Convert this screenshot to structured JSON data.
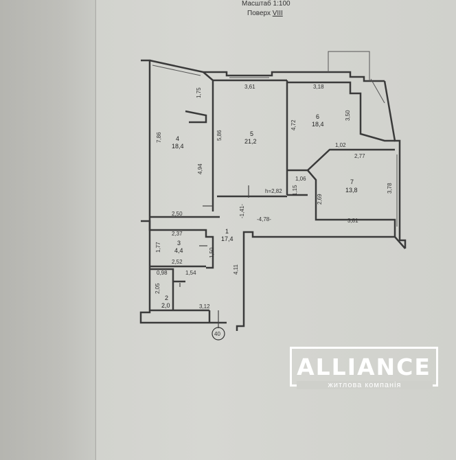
{
  "header": {
    "scale": "Масштаб 1:100",
    "floor_label": "Поверх ",
    "floor_number": "VIII"
  },
  "rooms": [
    {
      "id": "1",
      "area": "17,4"
    },
    {
      "id": "2",
      "area": "2,0"
    },
    {
      "id": "3",
      "area": "4,4"
    },
    {
      "id": "4",
      "area": "18,4"
    },
    {
      "id": "5",
      "area": "21,2"
    },
    {
      "id": "6",
      "area": "18,4"
    },
    {
      "id": "7",
      "area": "13,8"
    }
  ],
  "dimensions": {
    "d_361": "3,61",
    "d_318": "3,18",
    "d_175": "1,75",
    "d_786": "7,86",
    "d_586": "5,86",
    "d_494": "4,94",
    "d_472": "4,72",
    "d_350": "3,50",
    "d_102": "1,02",
    "d_277": "2,77",
    "d_106": "1,06",
    "d_115": "1,15",
    "d_269": "2,69",
    "d_378": "3,78",
    "d_h282": "h=2,82",
    "d_141": "-1,41-",
    "d_478": "-4,78-",
    "d_381": "3,81",
    "d_250": "2,50",
    "d_237": "2,37",
    "d_177": "1,77",
    "d_150": "1,50",
    "d_252": "2,52",
    "d_411": "4,11",
    "d_098": "0,98",
    "d_154": "1,54",
    "d_205": "2,05",
    "d_312": "3,12"
  },
  "axis_marker": "40",
  "logo": {
    "title": "ALLIANCE",
    "subtitle": "житлова компанія"
  }
}
